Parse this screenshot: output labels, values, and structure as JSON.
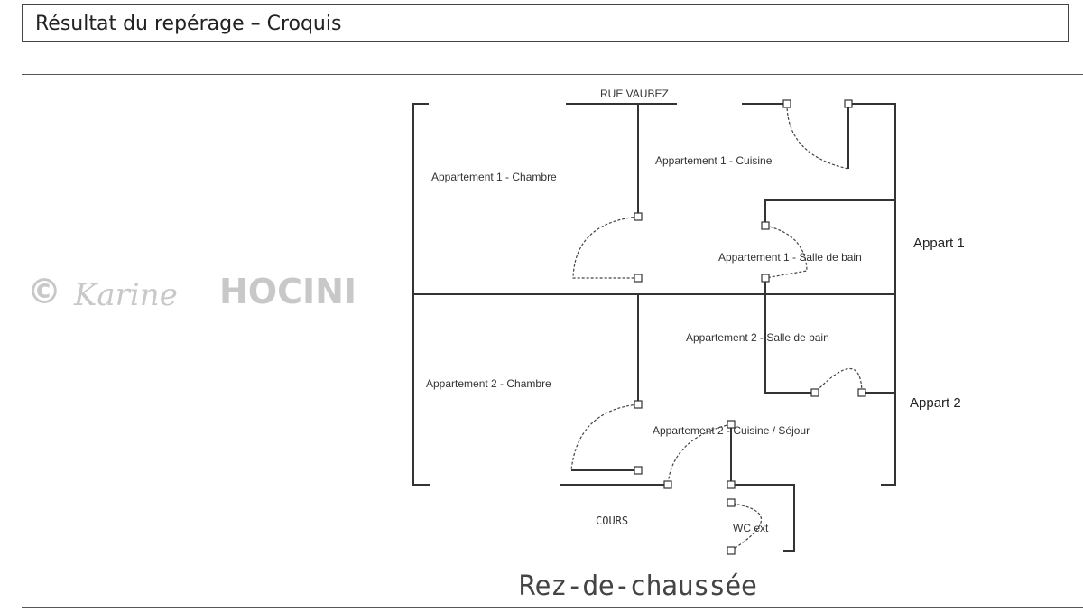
{
  "header": {
    "title": "Résultat du repérage – Croquis"
  },
  "plan": {
    "street_label": "RUE VAUBEZ",
    "rooms": {
      "a1_bedroom": "Appartement 1 - Chambre",
      "a1_kitchen": "Appartement 1 - Cuisine",
      "a1_bathroom": "Appartement 1 - Salle de bain",
      "a2_bedroom": "Appartement 2 - Chambre",
      "a2_bathroom": "Appartement 2 - Salle de bain",
      "a2_kitchen_living": "Appartement 2 - Cuisine / Séjour",
      "wc": "WC ext"
    },
    "side_labels": {
      "appart_1": "Appart 1",
      "appart_2": "Appart 2"
    },
    "courtyard_label": "COURS",
    "level_title": "Rez-de-chaussée"
  },
  "watermark": {
    "symbol": "©",
    "signature": "Karine",
    "name": "HOCINI"
  }
}
